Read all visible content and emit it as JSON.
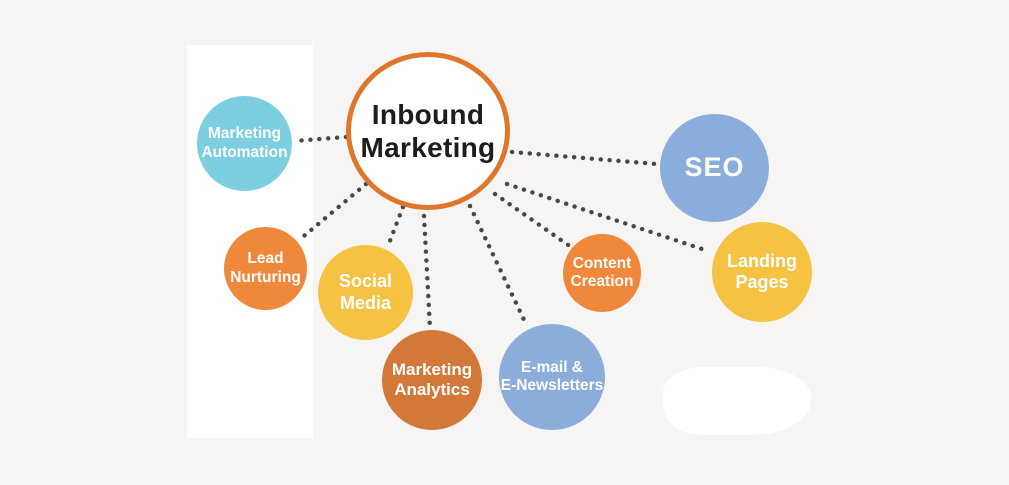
{
  "title": "Inbound Marketing diagram",
  "center": {
    "label": "Inbound\nMarketing",
    "border_color": "#e0752c",
    "text_color": "#1d1d1b",
    "fill": "#ffffff"
  },
  "nodes": {
    "marketing_automation": {
      "label": "Marketing\nAutomation",
      "color": "#7ccfe1"
    },
    "lead_nurturing": {
      "label": "Lead\nNurturing",
      "color": "#f0883b"
    },
    "social_media": {
      "label": "Social\nMedia",
      "color": "#f5c242"
    },
    "marketing_analytics": {
      "label": "Marketing\nAnalytics",
      "color": "#d2793a"
    },
    "email_newsletters": {
      "label": "E-mail &\nE-Newsletters",
      "color": "#8badda"
    },
    "content_creation": {
      "label": "Content\nCreation",
      "color": "#f0883b"
    },
    "seo": {
      "label": "SEO",
      "color": "#89aedc"
    },
    "landing_pages": {
      "label": "Landing\nPages",
      "color": "#f5c242"
    }
  },
  "colors": {
    "background": "#f6f5f3",
    "panel": "#ffffff",
    "connector_dots": "#474747",
    "node_text": "#ffffff"
  }
}
